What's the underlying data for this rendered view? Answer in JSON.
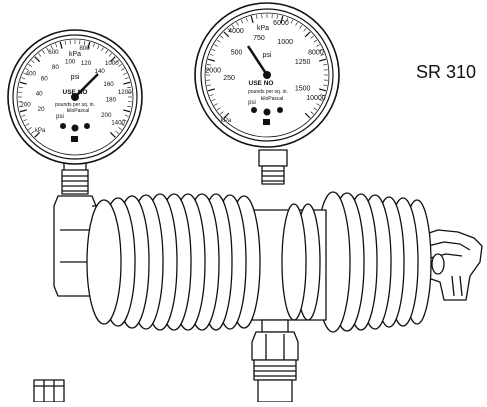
{
  "model_label": "SR 310",
  "colors": {
    "line": "#111111",
    "fill": "#ffffff"
  },
  "left_gauge": {
    "outer_scale": [
      "200",
      "400",
      "600",
      "800",
      "1000",
      "1200",
      "1400"
    ],
    "outer_unit": "kPa",
    "inner_scale": [
      "20",
      "40",
      "60",
      "80",
      "100",
      "120",
      "140",
      "160",
      "180",
      "200"
    ],
    "inner_unit": "psi",
    "mark": "USE NO",
    "unit_line_1": "psi",
    "unit_line_2": "pounds per sq. in.",
    "unit_line_3": "kiloPascal",
    "corner_unit": "kPa"
  },
  "right_gauge": {
    "outer_scale": [
      "2000",
      "4000",
      "6000",
      "8000",
      "10000"
    ],
    "outer_unit": "kPa",
    "inner_scale": [
      "250",
      "500",
      "750",
      "1000",
      "1250",
      "1500"
    ],
    "inner_unit": "psi",
    "mark": "USE NO",
    "unit_line_1": "psi",
    "unit_line_2": "pounds per sq. in.",
    "unit_line_3": "kiloPascal",
    "corner_unit": "kPa"
  }
}
